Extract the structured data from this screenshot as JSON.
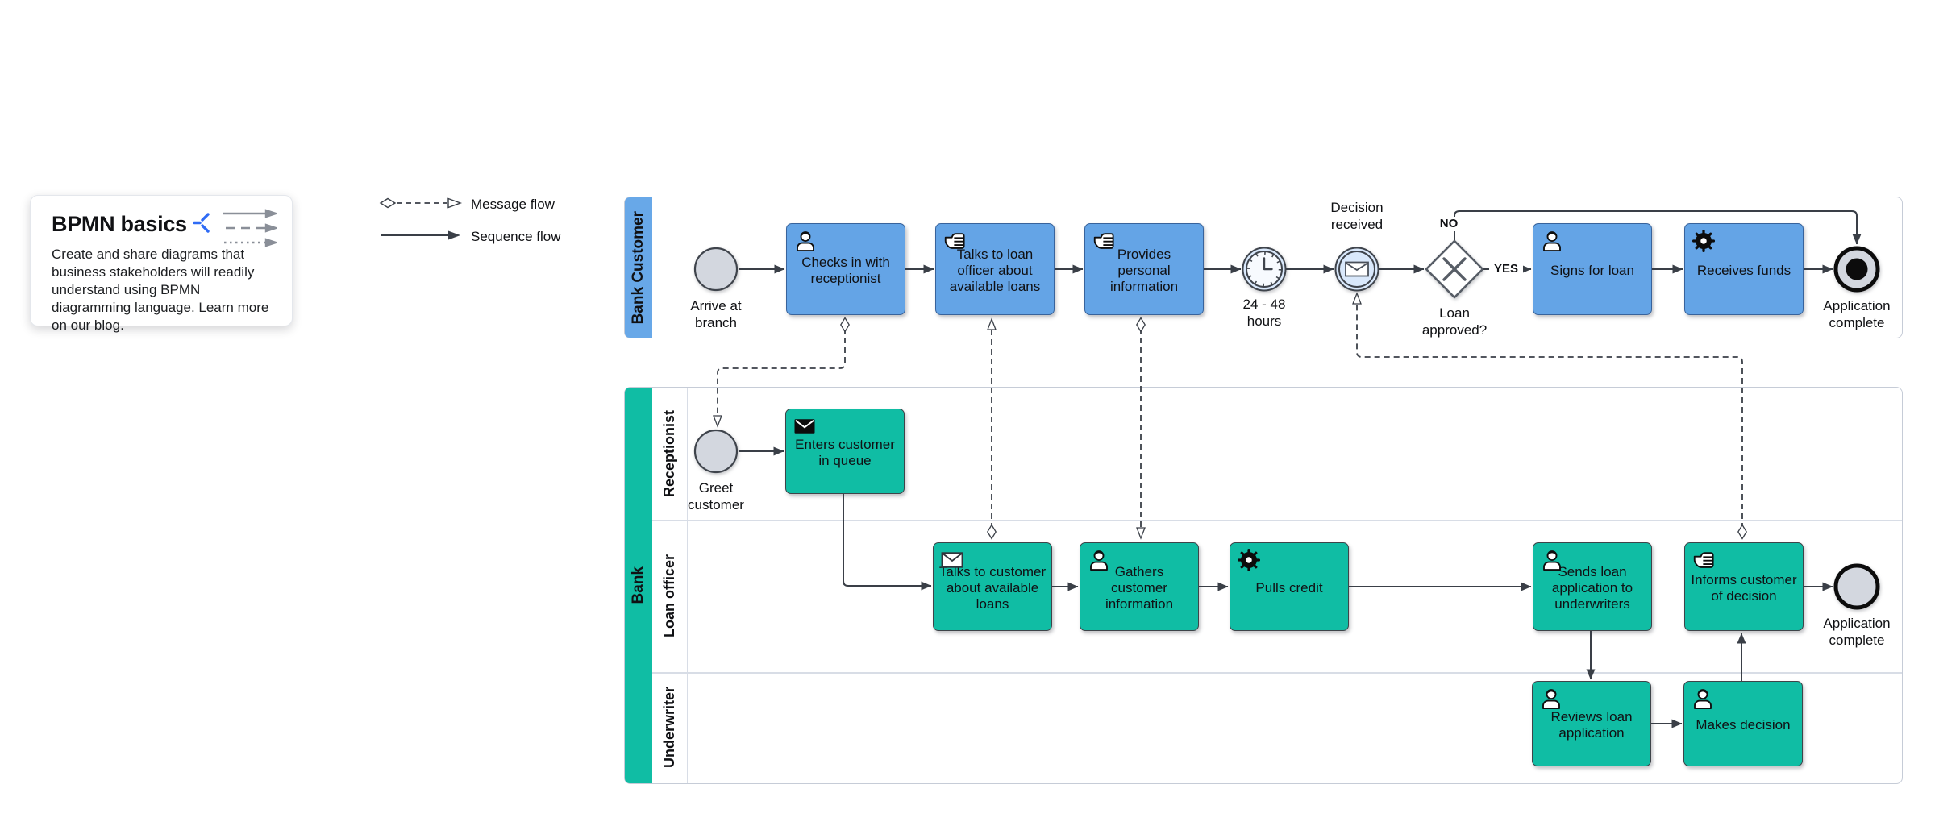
{
  "info_card": {
    "title": "BPMN basics",
    "body": "Create and share diagrams that business stakeholders will readily understand using BPMN diagramming language. Learn more on our blog."
  },
  "legend": {
    "message_flow_label": "Message flow",
    "sequence_flow_label": "Sequence flow"
  },
  "pools": {
    "bank_customer": {
      "label": "Bank Customer"
    },
    "bank": {
      "label": "Bank",
      "lanes": {
        "receptionist": "Receptionist",
        "loan_officer": "Loan officer",
        "underwriter": "Underwriter"
      }
    }
  },
  "nodes": {
    "arrive_at_branch": {
      "type": "start-event",
      "label": "Arrive at branch"
    },
    "checks_in": {
      "type": "user-task",
      "label": "Checks in with receptionist"
    },
    "talks_to_loan_officer": {
      "type": "manual-task",
      "label": "Talks to loan officer about available loans"
    },
    "provides_personal_information": {
      "type": "manual-task",
      "label": "Provides personal information"
    },
    "timer_24_48": {
      "type": "timer-event",
      "label": "24 - 48 hours"
    },
    "decision_received": {
      "type": "message-event",
      "label": "Decision received"
    },
    "loan_approved": {
      "type": "exclusive-gateway",
      "label": "Loan approved?",
      "yes_label": "YES",
      "no_label": "NO"
    },
    "signs_for_loan": {
      "type": "user-task",
      "label": "Signs for loan"
    },
    "receives_funds": {
      "type": "service-task",
      "label": "Receives funds"
    },
    "application_complete_customer": {
      "type": "terminate-end-event",
      "label": "Application complete"
    },
    "greet_customer": {
      "type": "start-event",
      "label": "Greet customer"
    },
    "enters_customer_in_queue": {
      "type": "send-task",
      "label": "Enters customer in queue"
    },
    "talks_to_customer": {
      "type": "receive-task",
      "label": "Talks to customer about available loans"
    },
    "gathers_customer_information": {
      "type": "user-task",
      "label": "Gathers customer information"
    },
    "pulls_credit": {
      "type": "service-task",
      "label": "Pulls credit"
    },
    "sends_loan_application": {
      "type": "user-task",
      "label": "Sends loan application to underwriters"
    },
    "informs_customer": {
      "type": "manual-task",
      "label": "Informs customer of decision"
    },
    "application_complete_bank": {
      "type": "end-event",
      "label": "Application complete"
    },
    "reviews_loan_application": {
      "type": "user-task",
      "label": "Reviews loan application"
    },
    "makes_decision": {
      "type": "user-task",
      "label": "Makes decision"
    }
  },
  "colors": {
    "task_blue": "#64a4e6",
    "task_green": "#10bda4",
    "pool_band_blue": "#68a8e8",
    "pool_band_green": "#10bda4",
    "event_fill_gray": "#d3d7df",
    "event_fill_light_blue": "#d9e8fb",
    "line": "#3a3f47",
    "logo_blue": "#2f6bf5"
  }
}
